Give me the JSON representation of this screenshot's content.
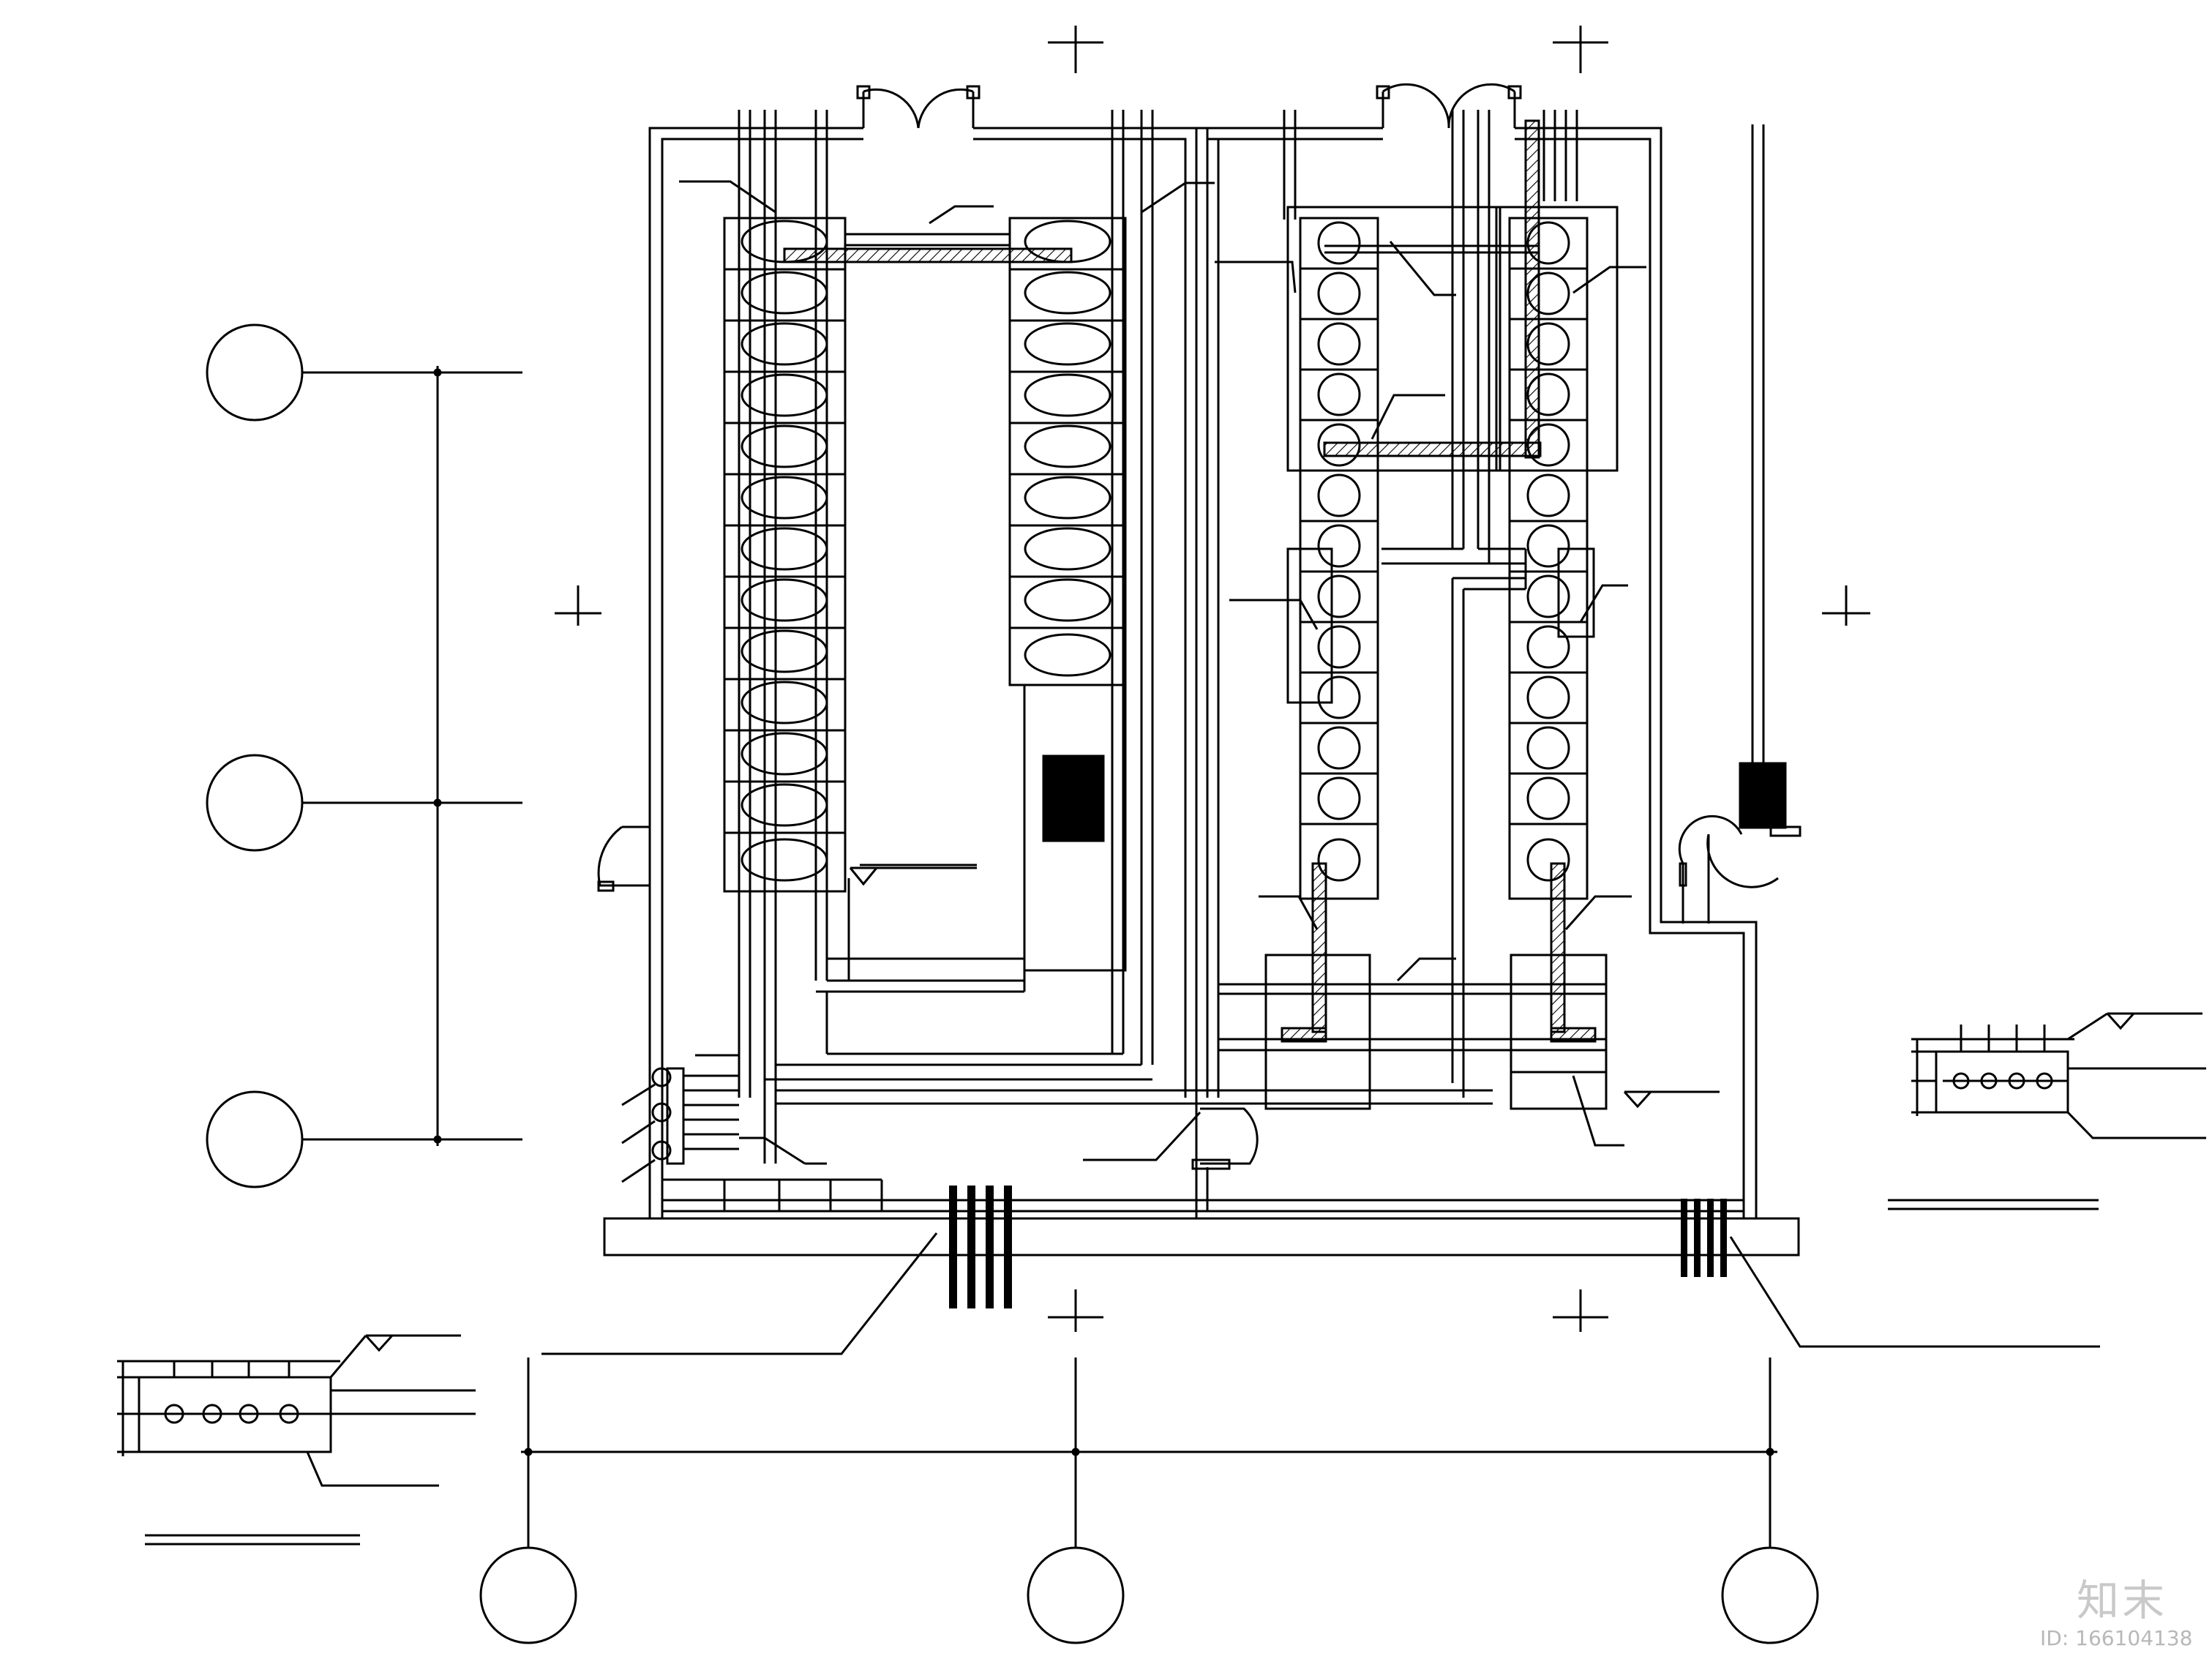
{
  "drawing": {
    "type": "electrical equipment room floor plan (CAD)",
    "colors": {
      "line": "#000000",
      "background": "#ffffff",
      "fill": "#000000",
      "watermark": "#c4c4c4"
    },
    "watermark": {
      "logo": "知末",
      "id": "ID: 166104138"
    }
  }
}
